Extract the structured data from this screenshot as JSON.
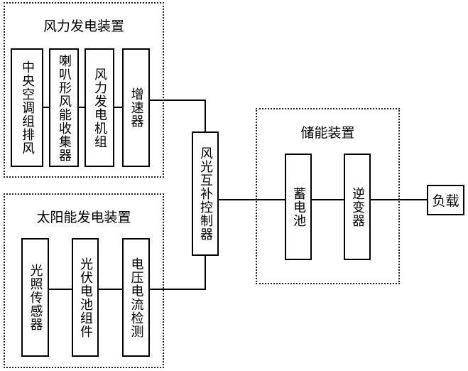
{
  "wind_group": {
    "title": "风力发电装置",
    "blocks": [
      "中央空调组排风",
      "喇叭形风能收集器",
      "风力发电机组",
      "增速器"
    ]
  },
  "solar_group": {
    "title": "太阳能发电装置",
    "blocks": [
      "光照传感器",
      "光伏电池组件",
      "电压电流检测"
    ]
  },
  "controller": {
    "label": "风光互补控制器"
  },
  "storage_group": {
    "title": "储能装置",
    "blocks": [
      "蓄电池",
      "逆变器"
    ]
  },
  "load": {
    "label": "负载"
  }
}
